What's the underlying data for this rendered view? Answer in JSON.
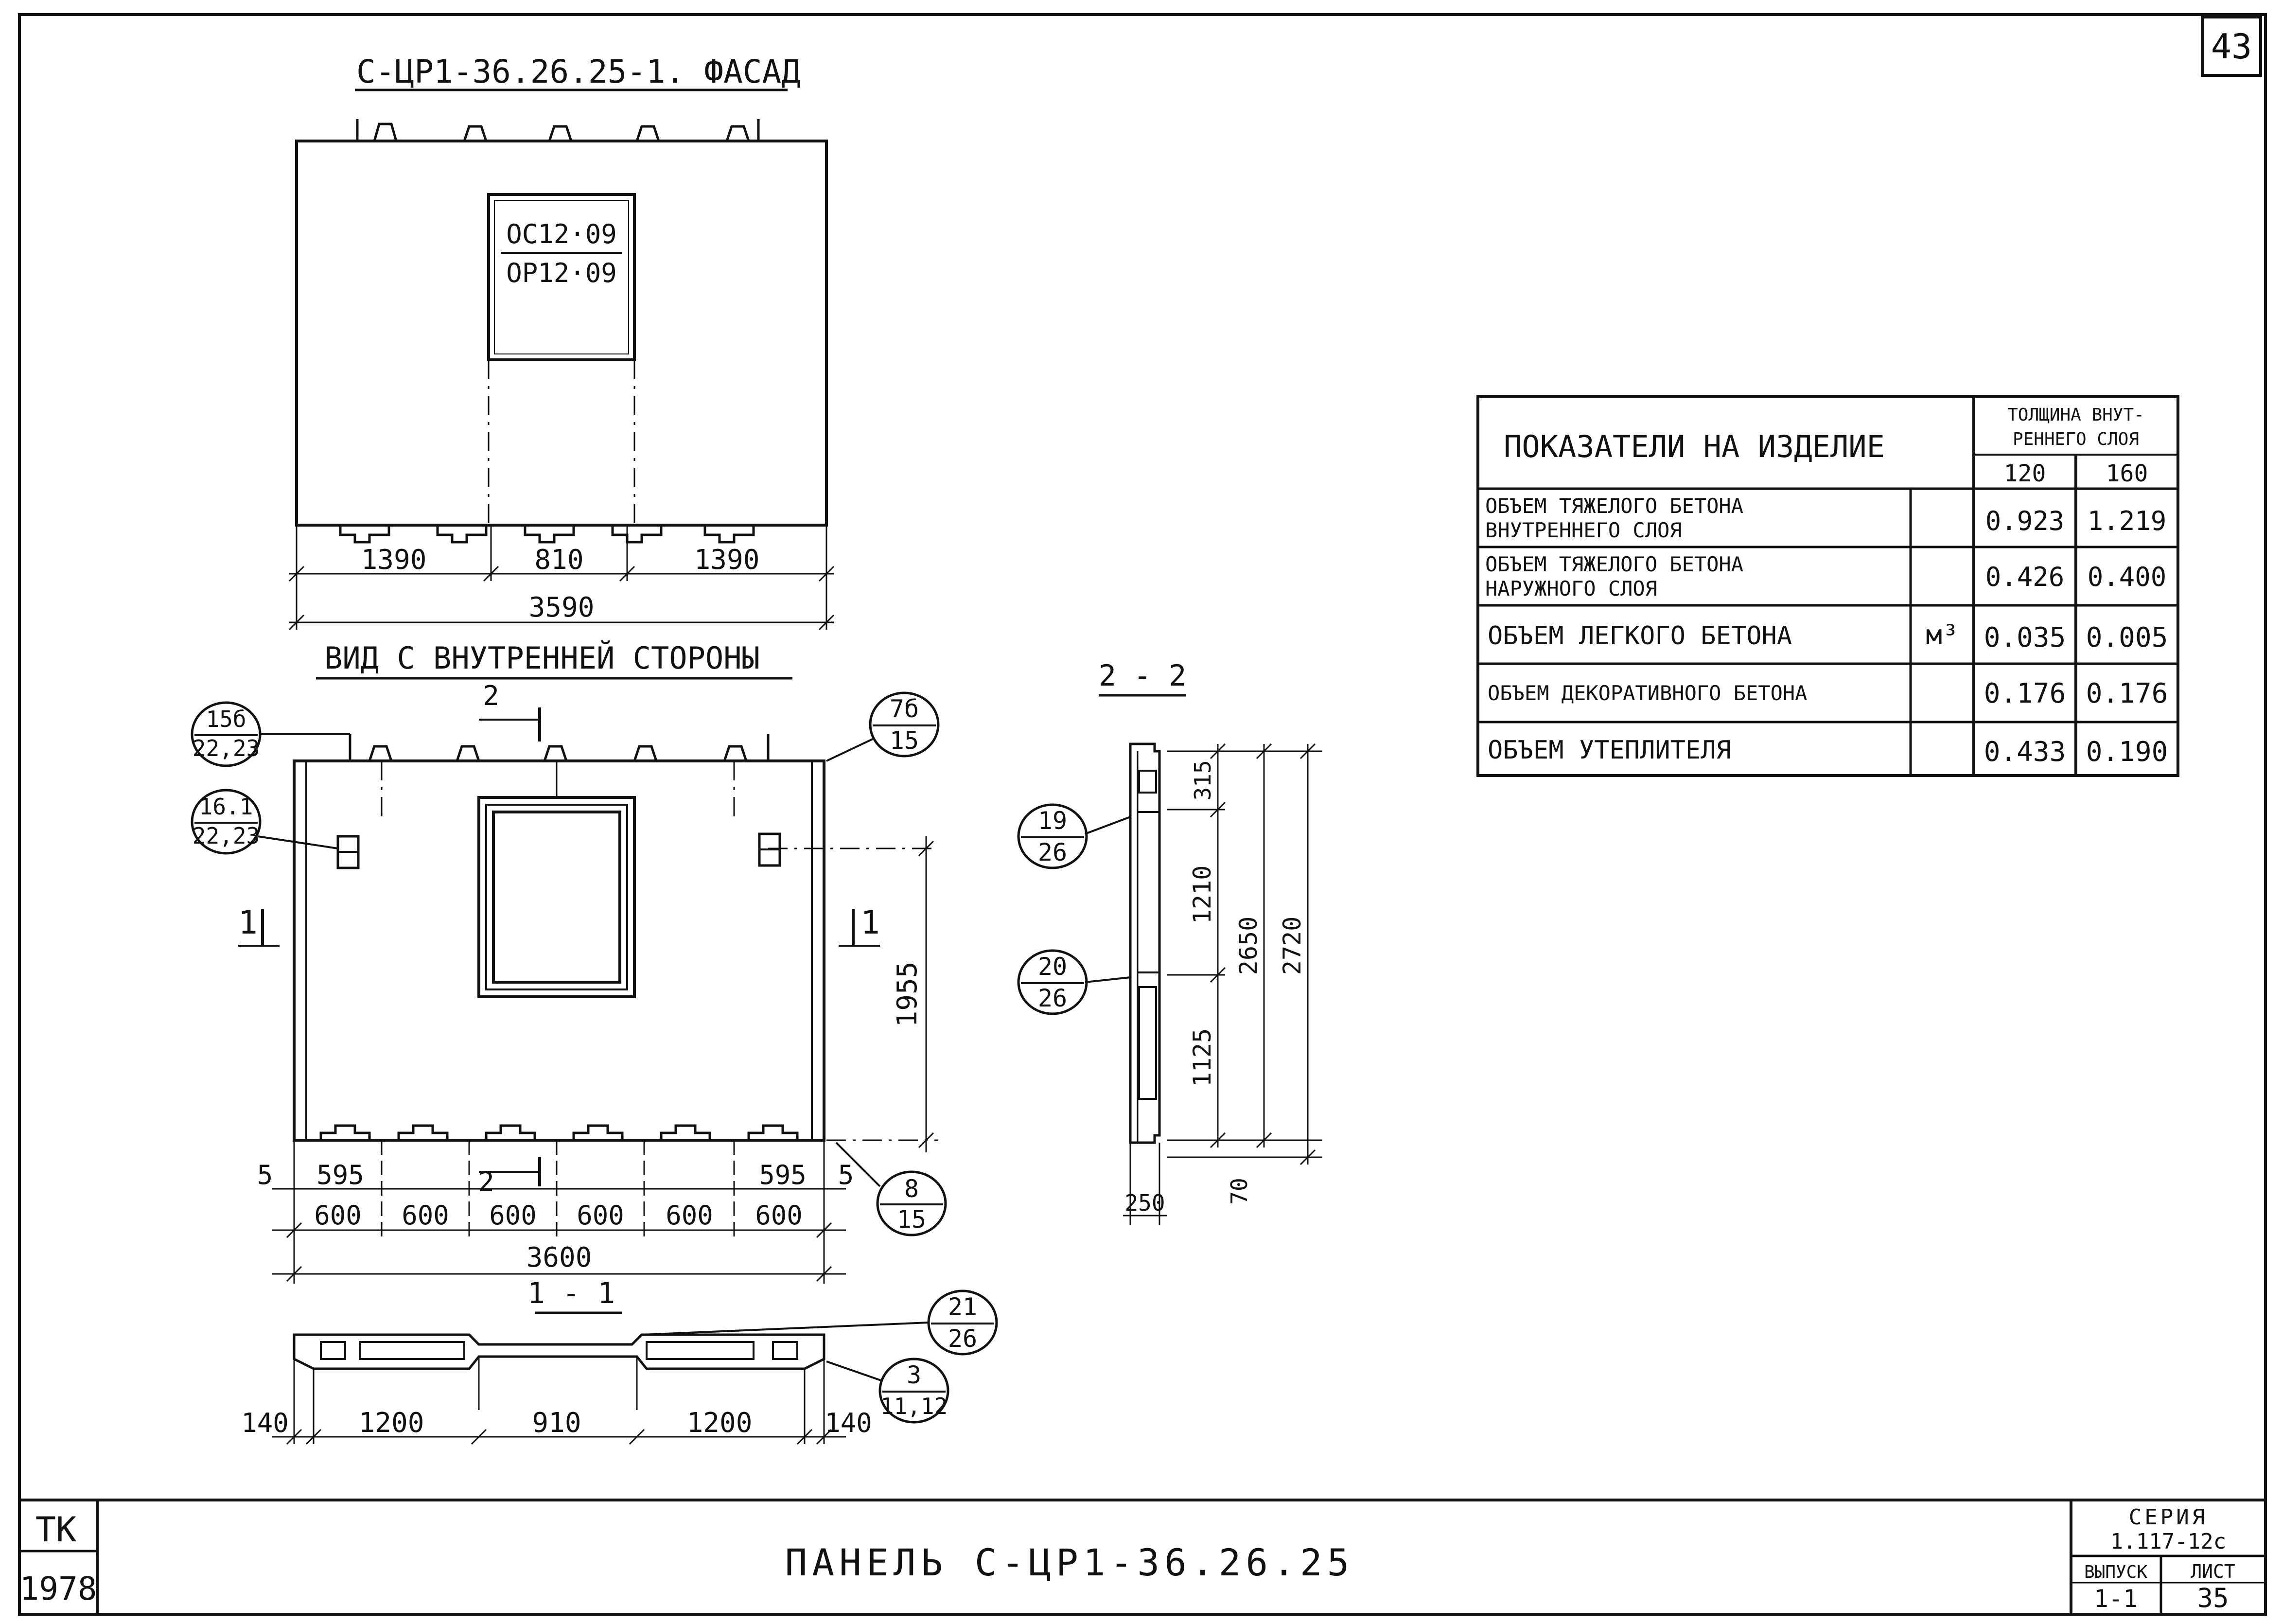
{
  "sheet_corner_number": "43",
  "facade": {
    "title": "С-ЦР1-36.26.25-1. ФАСАД",
    "window_mark_top": "ОС12·09",
    "window_mark_bottom": "ОР12·09",
    "dims": [
      "1390",
      "810",
      "1390"
    ],
    "total": "3590"
  },
  "inner_view": {
    "title": "ВИД С ВНУТРЕННЕЙ СТОРОНЫ",
    "section_mark": "2",
    "section_mark_bottom": "2",
    "side_mark_left": "1",
    "side_mark_right": "1",
    "callouts": [
      {
        "top": "15б",
        "bottom": "22,23"
      },
      {
        "top": "16.1",
        "bottom": "22,23"
      },
      {
        "top": "7б",
        "bottom": "15"
      },
      {
        "top": "8",
        "bottom": "15"
      }
    ],
    "edge_dim": "5",
    "bottom_top_row": [
      "595",
      "595"
    ],
    "bottom_row": [
      "600",
      "600",
      "600",
      "600",
      "600",
      "600"
    ],
    "total": "3600",
    "height_dim": "1955"
  },
  "section_2_2": {
    "title": "2 - 2",
    "callouts": [
      {
        "top": "19",
        "bottom": "26"
      },
      {
        "top": "20",
        "bottom": "26"
      }
    ],
    "dims": [
      "315",
      "1210",
      "1125",
      "2650",
      "2720",
      "70"
    ],
    "width": "250"
  },
  "section_1_1": {
    "title": "1 - 1",
    "callouts": [
      {
        "top": "21",
        "bottom": "26"
      },
      {
        "top": "3",
        "bottom": "11,12"
      }
    ],
    "dims": [
      "140",
      "1200",
      "910",
      "1200",
      "140"
    ]
  },
  "table": {
    "header_label": "ПОКАЗАТЕЛИ НА ИЗДЕЛИЕ",
    "header_col1": "ТОЛЩИНА ВНУТ-",
    "header_col2": "РЕННЕГО СЛОЯ",
    "thick_120": "120",
    "thick_160": "160",
    "unit": "м³",
    "rows": [
      {
        "line1": "ОБЪЕМ ТЯЖЕЛОГО БЕТОНА",
        "line2": "ВНУТРЕННЕГО СЛОЯ",
        "v120": "0.923",
        "v160": "1.219"
      },
      {
        "line1": "ОБЪЕМ ТЯЖЕЛОГО БЕТОНА",
        "line2": "НАРУЖНОГО СЛОЯ",
        "v120": "0.426",
        "v160": "0.400"
      },
      {
        "line1": "ОБЪЕМ ЛЕГКОГО БЕТОНА",
        "line2": "",
        "v120": "0.035",
        "v160": "0.005"
      },
      {
        "line1": "ОБЪЕМ ДЕКОРАТИВНОГО БЕТОНА",
        "line2": "",
        "v120": "0.176",
        "v160": "0.176"
      },
      {
        "line1": "ОБЪЕМ УТЕПЛИТЕЛЯ",
        "line2": "",
        "v120": "0.433",
        "v160": "0.190"
      }
    ]
  },
  "title_block": {
    "org": "ТК",
    "year": "1978",
    "title": "ПАНЕЛЬ С-ЦР1-36.26.25",
    "series_label": "СЕРИЯ",
    "series_value": "1.117-12с",
    "issue_label": "ВЫПУСК",
    "issue_value": "1-1",
    "sheet_label": "ЛИСТ",
    "sheet_value": "35"
  }
}
